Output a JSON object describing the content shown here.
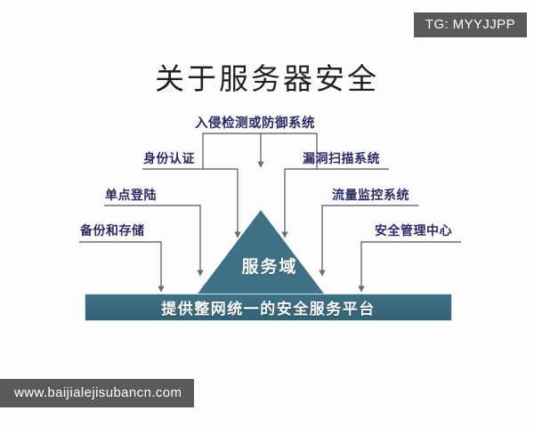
{
  "page": {
    "background_color": "#fefefe"
  },
  "title": "关于服务器安全",
  "watermarks": {
    "telegram": "TG: MYYJJPP",
    "site": "www.baijialejisubancn.com",
    "badge_color": "#5a5a5a",
    "badge_text_color": "#ffffff"
  },
  "colors": {
    "label_text": "#2b2a68",
    "shape_fill": "#3f7186",
    "shape_text": "#ffffff",
    "connector": "#6b6b74",
    "title_text": "#221f1f"
  },
  "core": {
    "triangle_label": "服务域",
    "platform_label": "提供整网统一的安全服务平台"
  },
  "nodes": [
    {
      "id": "ids",
      "label": "入侵检测或防御系统",
      "side": "top"
    },
    {
      "id": "auth",
      "label": "身份认证",
      "side": "left"
    },
    {
      "id": "sso",
      "label": "单点登陆",
      "side": "left"
    },
    {
      "id": "backup",
      "label": "备份和存储",
      "side": "left"
    },
    {
      "id": "vuln",
      "label": "漏洞扫描系统",
      "side": "right"
    },
    {
      "id": "flow",
      "label": "流量监控系统",
      "side": "right"
    },
    {
      "id": "secmgmt",
      "label": "安全管理中心",
      "side": "right"
    }
  ]
}
